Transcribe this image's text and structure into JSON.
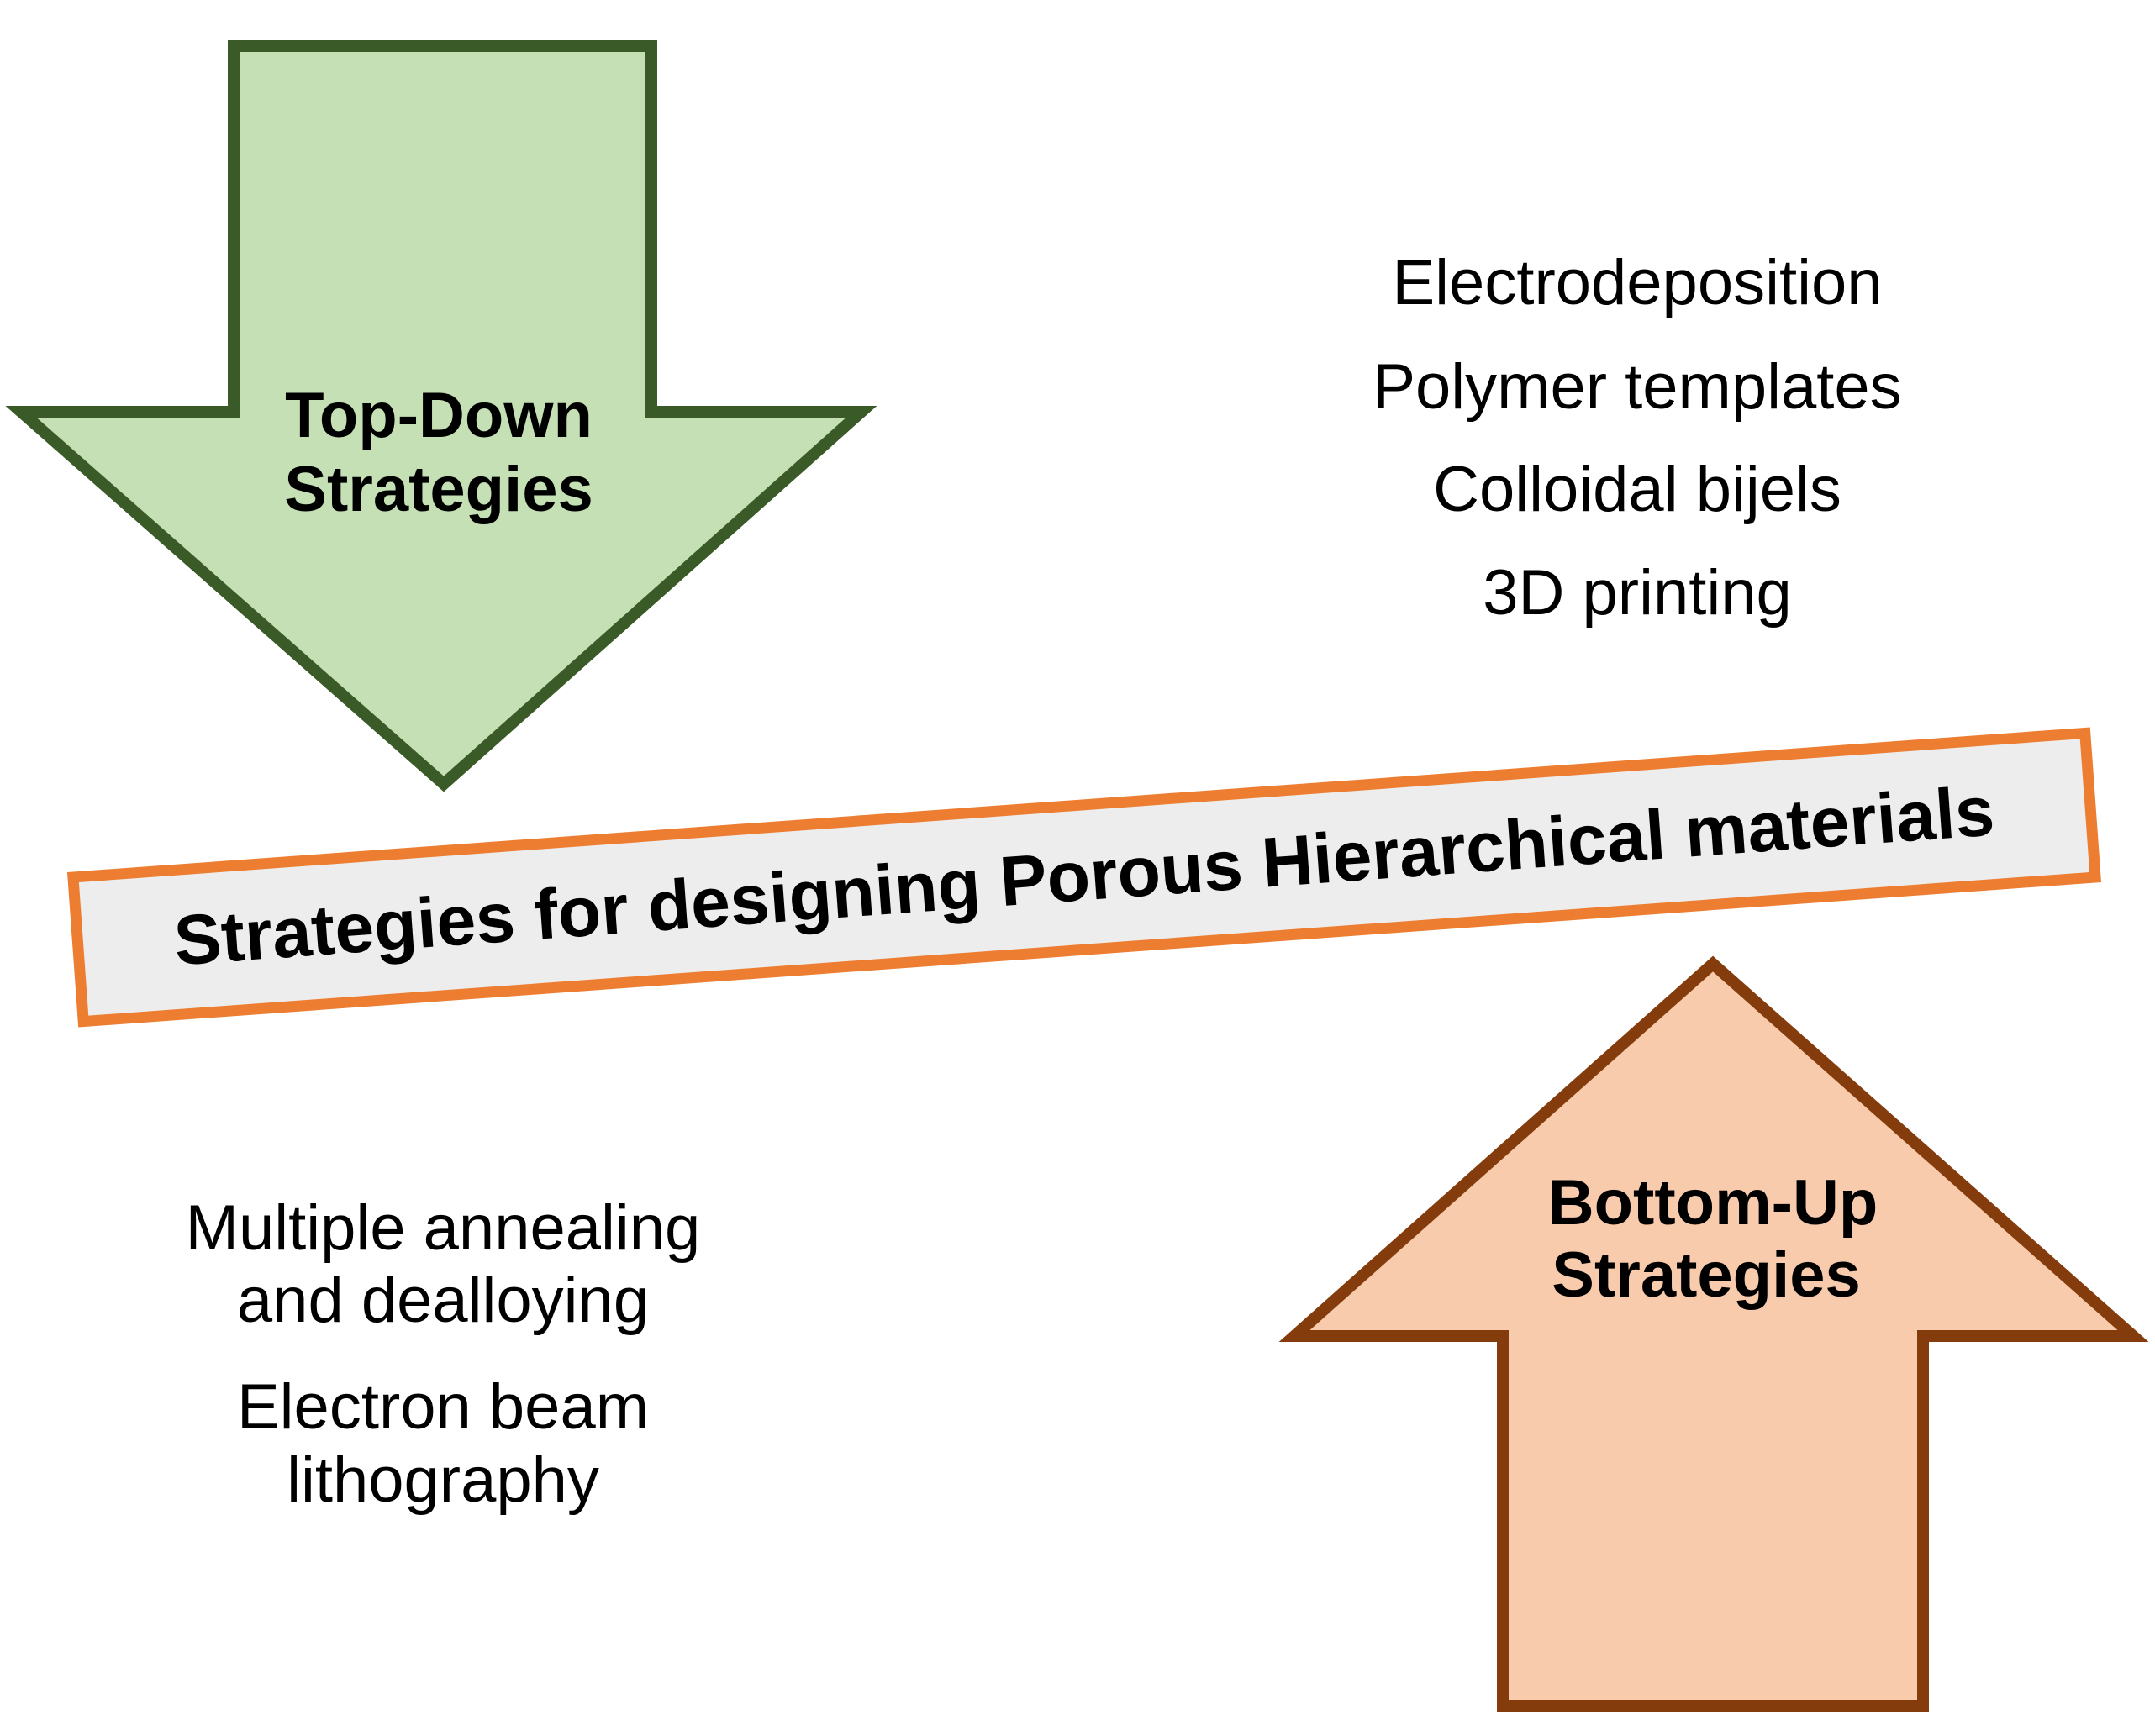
{
  "colors": {
    "top_down_fill": "#c5e0b4",
    "top_down_stroke": "#3a5a27",
    "bottom_up_fill": "#f8cbad",
    "bottom_up_stroke": "#843c0c",
    "banner_fill": "#ededed",
    "banner_stroke": "#ed7d31",
    "text": "#000000"
  },
  "top_down": {
    "label_line1": "Top-Down",
    "label_line2": "Strategies",
    "methods": {
      "item1_line1": "Multiple annealing",
      "item1_line2": "and dealloying",
      "item2_line1": "Electron beam",
      "item2_line2": "lithography"
    }
  },
  "bottom_up": {
    "label_line1": "Bottom-Up",
    "label_line2": "Strategies",
    "methods": [
      "Electrodeposition",
      "Polymer templates",
      "Colloidal bijels",
      "3D printing"
    ]
  },
  "banner": {
    "title": "Strategies for designing Porous Hierarchical materials"
  }
}
